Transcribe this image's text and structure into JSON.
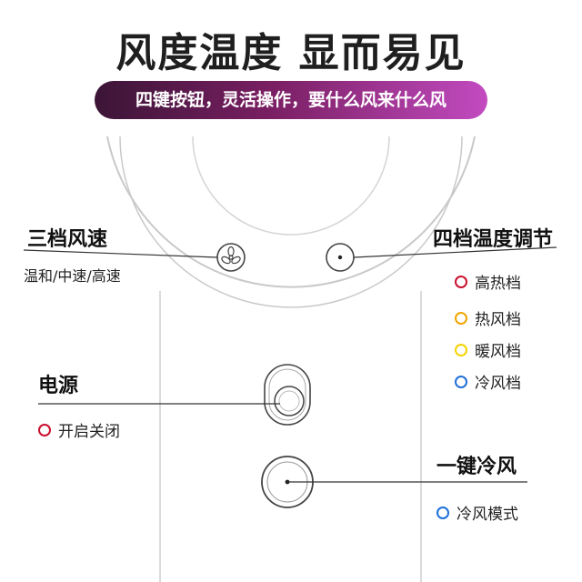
{
  "header": {
    "title": "风度温度 显而易见",
    "subtitle": "四键按钮，灵活操作，要什么风来什么风"
  },
  "fan_speed": {
    "heading": "三档风速",
    "desc": "温和/中速/高速"
  },
  "temperature": {
    "heading": "四档温度调节",
    "options": [
      {
        "label": "高热档",
        "color": "#c8102e"
      },
      {
        "label": "热风档",
        "color": "#f0a500"
      },
      {
        "label": "暖风档",
        "color": "#f5d300"
      },
      {
        "label": "冷风档",
        "color": "#1e6fd9"
      }
    ]
  },
  "power": {
    "heading": "电源",
    "option": {
      "label": "开启关闭",
      "color": "#c8102e"
    }
  },
  "cool": {
    "heading": "一键冷风",
    "option": {
      "label": "冷风模式",
      "color": "#1e6fd9"
    }
  },
  "icons": {
    "fan_button": "fan-icon",
    "temp_button": "dot-icon",
    "power_button": "power-toggle-icon",
    "cool_button": "dot-icon"
  }
}
